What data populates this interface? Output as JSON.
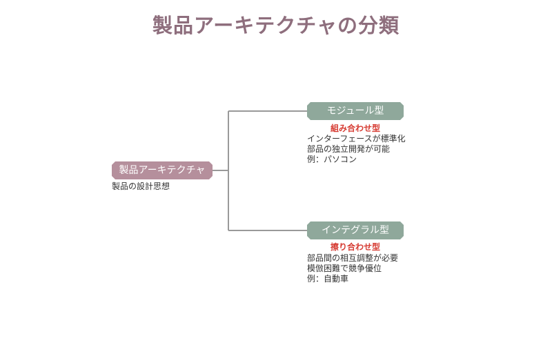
{
  "title": "製品アーキテクチャの分類",
  "root": {
    "label": "製品アーキテクチャ",
    "note": "製品の設計思想"
  },
  "branches": [
    {
      "label": "モジュール型",
      "subtitle": "組み合わせ型",
      "points": [
        "インターフェースが標準化",
        "部品の独立開発が可能",
        "例：パソコン"
      ]
    },
    {
      "label": "インテグラル型",
      "subtitle": "擦り合わせ型",
      "points": [
        "部品間の相互調整が必要",
        "模倣困難で競争優位",
        "例：自動車"
      ]
    }
  ],
  "colors": {
    "title": "#8e6e7d",
    "root_node": "#b58f9c",
    "branch_node": "#8fa89b",
    "subtitle": "#d63b32",
    "connector": "#999999"
  }
}
